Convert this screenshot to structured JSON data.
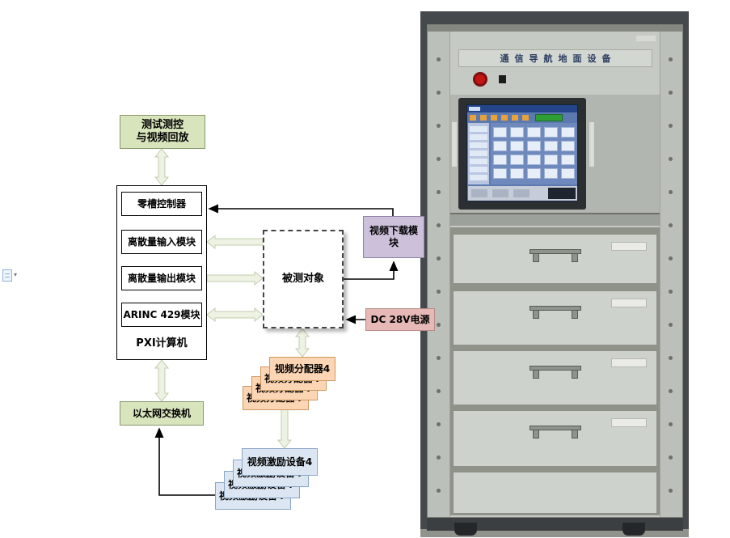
{
  "page": {
    "background": "#ffffff"
  },
  "margin": {
    "dropdown_glyph": "▾"
  },
  "diagram": {
    "nodes": {
      "test_control": {
        "line1": "测试测控",
        "line2": "与视频回放"
      },
      "zero_slot": {
        "label": "零槽控制器"
      },
      "discrete_in": {
        "label": "离散量输入模块"
      },
      "discrete_out": {
        "label": "离散量输出模块"
      },
      "arinc": {
        "label": "ARINC 429模块"
      },
      "pxi": {
        "label": "PXI计算机"
      },
      "dut": {
        "label": "被测对象"
      },
      "video_download": {
        "line1": "视频下载模",
        "line2": "块"
      },
      "dc_power": {
        "label": "DC 28V电源"
      },
      "video_splitter": {
        "label": "视频分配器4"
      },
      "ethernet_switch": {
        "label": "以太网交换机"
      },
      "video_exciter": {
        "label": "视频激励设备4"
      }
    },
    "colors": {
      "green": "#d8e4bc",
      "purple": "#ccc0da",
      "pink": "#e6b9b7",
      "orange": "#fcd5b4",
      "blue": "#dce6f2",
      "arrow_fill": "#eef2e3",
      "arrow_stroke": "#c2ccad",
      "line": "#000000"
    }
  },
  "photo": {
    "rack_title": "通信导航地面设备",
    "colors": {
      "background": "#46494b",
      "rack_body": "#c6cac4",
      "screen_blue": "#5d7ab0",
      "emergency_red": "#c41414",
      "indicator_green": "#2f9e35"
    }
  },
  "decor": {
    "rail_screw_rows": 14,
    "screen_grid": {
      "cols": 5,
      "rows": 4
    },
    "screen_toolbar_cells": 6,
    "screen_list_rows": 7,
    "screen_bottom_cells": 3
  }
}
